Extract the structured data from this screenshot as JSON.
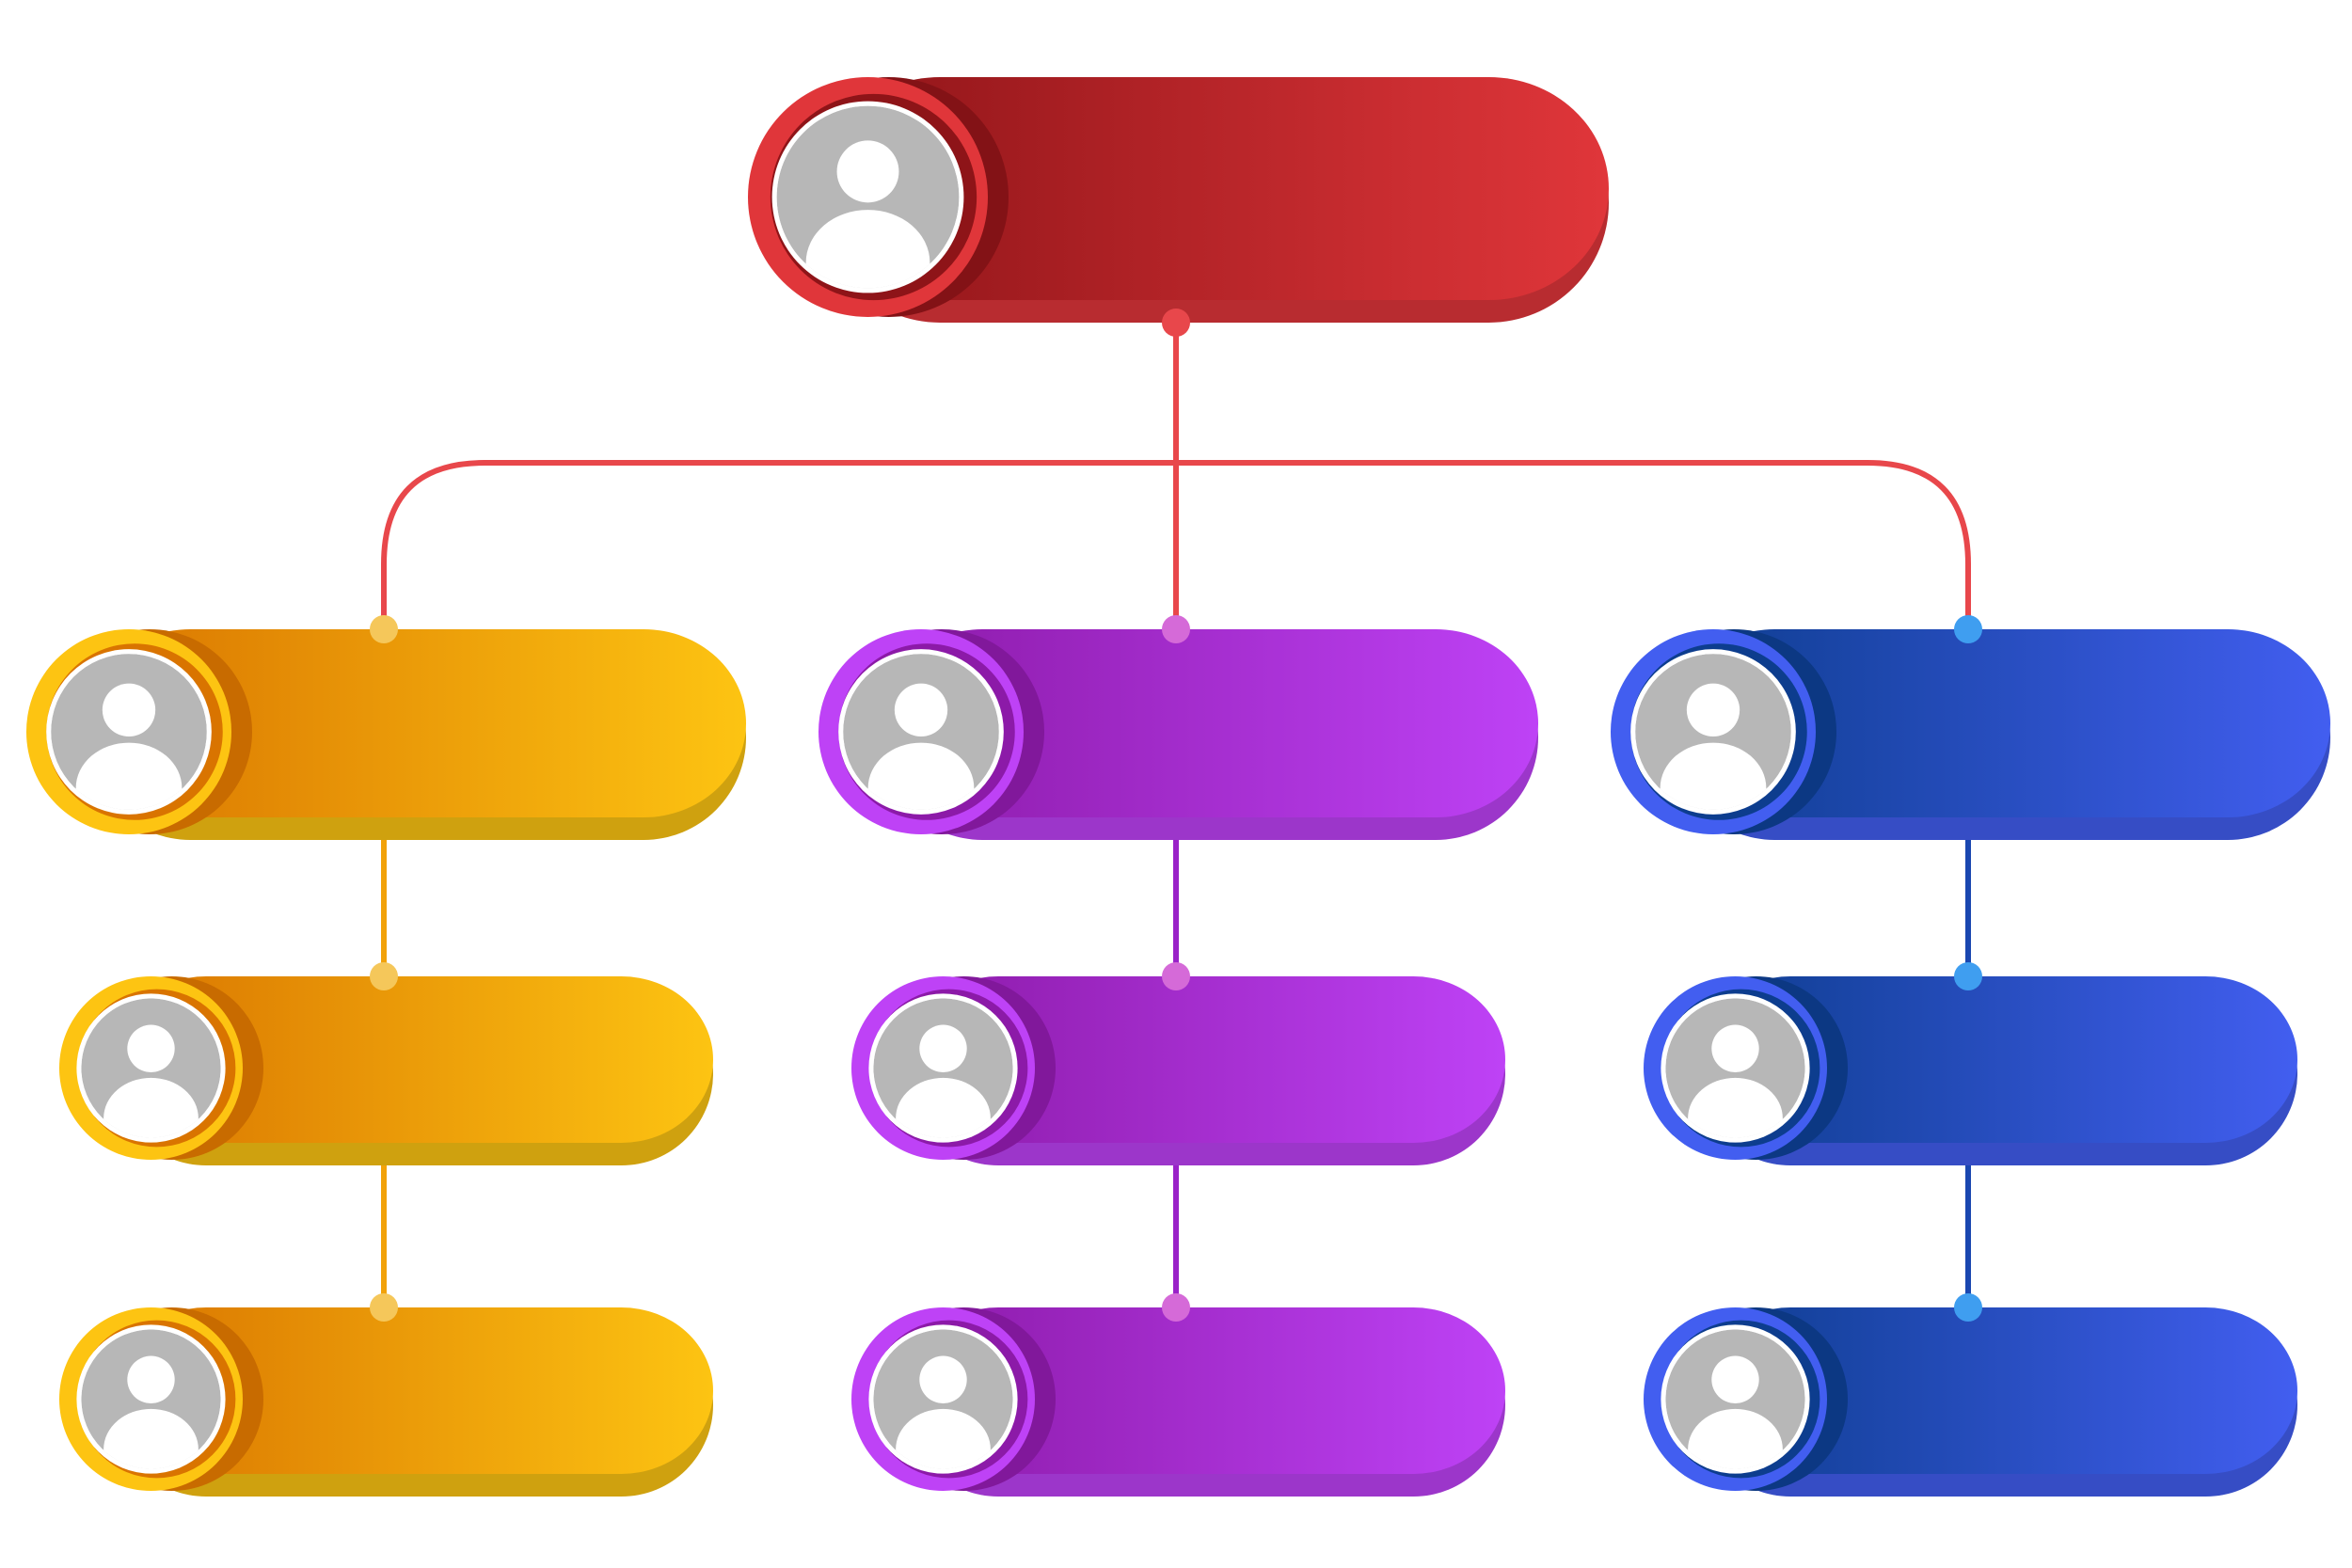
{
  "diagram": {
    "type": "org-chart",
    "root": {
      "color_light": "#e0363a",
      "color_dark": "#8e1418",
      "label": ""
    },
    "branches": [
      {
        "name": "left",
        "color_light": "#fdc412",
        "color_dark": "#d97400",
        "connector_color": "#f2a20a",
        "dot_color": "#f5c75a",
        "members": [
          "",
          "",
          ""
        ]
      },
      {
        "name": "middle",
        "color_light": "#be42f6",
        "color_dark": "#8c1aa8",
        "connector_color": "#9a22c8",
        "dot_color": "#d56ad8",
        "members": [
          "",
          "",
          ""
        ]
      },
      {
        "name": "right",
        "color_light": "#425ef0",
        "color_dark": "#0d3d8e",
        "connector_color": "#1a47b0",
        "dot_color": "#3f9ef0",
        "members": [
          "",
          "",
          ""
        ]
      }
    ],
    "root_connector_color": "#e8474b",
    "root_dot_color": "#e8474b",
    "avatar_icon": "person-icon",
    "avatar_fill": "#b7b7b7"
  }
}
